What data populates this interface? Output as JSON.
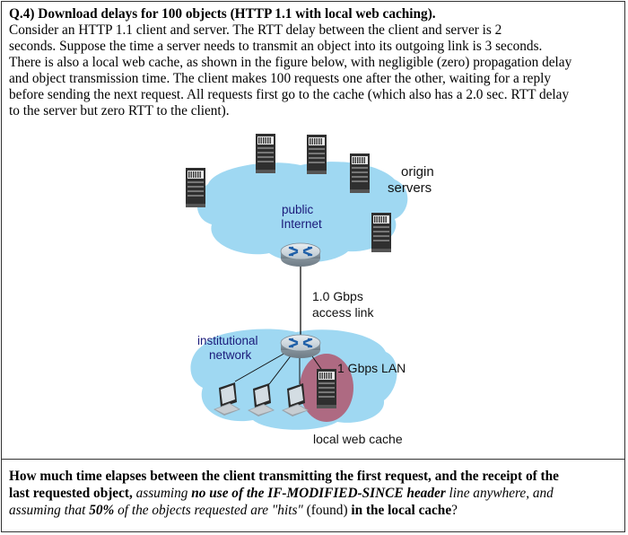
{
  "question": {
    "heading": "Q.4) Download delays for 100 objects (HTTP 1.1 with local web caching).",
    "lines": [
      "Consider an HTTP 1.1 client and server. The RTT delay between the client and server is 2",
      "seconds.  Suppose the time a server needs to transmit an object into its outgoing link is 3 seconds.",
      "There is also a local web cache, as shown in the figure below, with negligible (zero) propagation delay",
      "and object transmission time. The client makes 100 requests one after the other, waiting for a reply",
      "before sending the next request.  All requests first go to the cache (which also has a 2.0 sec. RTT delay",
      "to the server but zero RTT to the client)."
    ]
  },
  "diagram": {
    "origin_servers": "origin\nservers",
    "origin_line1": "origin",
    "origin_line2": "servers",
    "public_line1": "public",
    "public_line2": "Internet",
    "access_line1": "1.0 Gbps",
    "access_line2": "access link",
    "inst_line1": "institutional",
    "inst_line2": "network",
    "lan": "1 Gbps LAN",
    "cache": "local web cache",
    "colors": {
      "cloud": "#9fd8f2",
      "cache_highlight": "#b05a72",
      "server": "#333333"
    }
  },
  "final": {
    "l1": "How much time elapses between the client transmitting the first request, and the receipt of the",
    "l2_bold": "last requested object,",
    "l2_ital": " assuming ",
    "l2_boldital": "no use of the IF-MODIFIED-SINCE header",
    "l2_ital2": " line anywhere, and",
    "l3_ital": "assuming that ",
    "l3_boldital": "50%",
    "l3_ital2": " of the objects requested are \"hits\"",
    "l3_plain": " (found) ",
    "l3_bold": "in the local cache",
    "l3_end": "?"
  }
}
